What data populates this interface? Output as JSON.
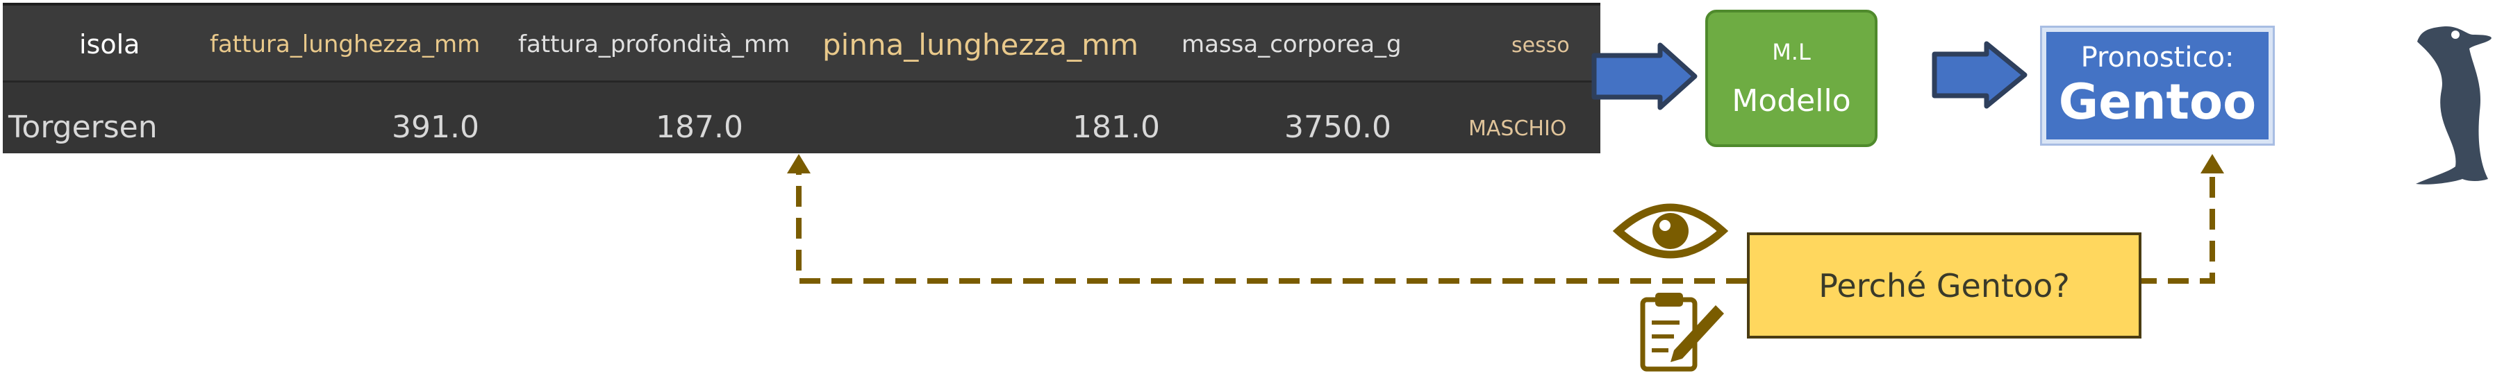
{
  "table": {
    "headers": {
      "isola": "isola",
      "fattura_lunghezza_mm": "fattura_lunghezza_mm",
      "fattura_profondita_mm": "fattura_profondità_mm",
      "pinna_lunghezza_mm": "pinna_lunghezza_mm",
      "massa_corporea_g": "massa_corporea_g",
      "sesso": "sesso"
    },
    "row": {
      "isola": "Torgersen",
      "fattura_lunghezza_mm": "391.0",
      "fattura_profondita_mm": "187.0",
      "pinna_lunghezza_mm": "181.0",
      "massa_corporea_g": "3750.0",
      "sesso": "MASCHIO"
    }
  },
  "model": {
    "line1": "M.L",
    "line2": "Modello"
  },
  "prediction": {
    "line1": "Pronostico:",
    "line2": "Gentoo"
  },
  "question": {
    "text": "Perché Gentoo?"
  },
  "colors": {
    "arrow_blue": "#4472c4",
    "model_green": "#6eac43",
    "prediction_blue": "#4473c5",
    "question_yellow": "#ffd75e",
    "dashed_brown": "#7a5c00",
    "penguin": "#3c4a5c"
  },
  "icons": [
    "eye-icon",
    "clipboard-icon",
    "penguin-icon",
    "arrow-right-icon",
    "arrow-up-icon"
  ]
}
